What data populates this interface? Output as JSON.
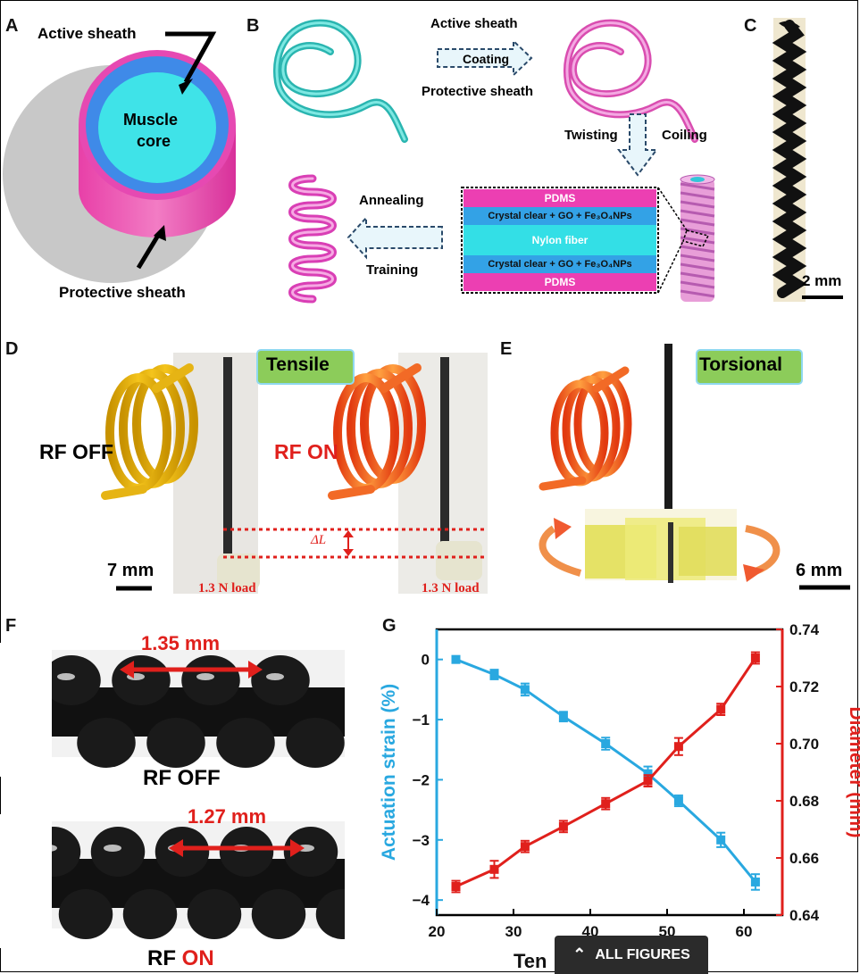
{
  "panel_labels": {
    "a": "A",
    "b": "B",
    "c": "C",
    "d": "D",
    "e": "E",
    "f": "F",
    "g": "G"
  },
  "panelA": {
    "active_sheath": "Active sheath",
    "muscle": "Muscle",
    "core": "core",
    "protective_sheath": "Protective sheath"
  },
  "panelB": {
    "active_sheath": "Active sheath",
    "coating": "Coating",
    "protective_sheath": "Protective sheath",
    "twisting": "Twisting",
    "coiling": "Coiling",
    "annealing": "Annealing",
    "training": "Training",
    "layers": {
      "pdms_top": "PDMS",
      "cc_top": "Crystal clear + GO + Fe₃O₄NPs",
      "nylon": "Nylon fiber",
      "cc_bottom": "Crystal clear + GO + Fe₃O₄NPs",
      "pdms_bottom": "PDMS"
    }
  },
  "panelC": {
    "scale": "2 mm"
  },
  "panelD": {
    "tensile": "Tensile",
    "rf_off": "RF OFF",
    "rf_on": "RF ON",
    "delta_l": "ΔL",
    "load_left": "1.3 N load",
    "load_right": "1.3 N load",
    "scale": "7 mm"
  },
  "panelE": {
    "torsional": "Torsional",
    "scale": "6 mm"
  },
  "panelF": {
    "top_measure": "1.35 mm",
    "rf_off": "RF OFF",
    "bottom_measure": "1.27 mm",
    "rf": "RF",
    "on": "ON"
  },
  "chart_data": {
    "type": "line",
    "x": [
      22.5,
      27.5,
      31.5,
      36.5,
      42,
      47.5,
      51.5,
      57,
      61.5
    ],
    "xticks": [
      "20",
      "30",
      "40",
      "50",
      "60"
    ],
    "xlabel": "Ten",
    "xlim": [
      20,
      65
    ],
    "series": [
      {
        "axis": "left",
        "color": "#29a8e0",
        "values": [
          0,
          -0.25,
          -0.5,
          -0.95,
          -1.4,
          -1.9,
          -2.35,
          -3.0,
          -3.7
        ],
        "err": [
          0.03,
          0.08,
          0.1,
          0.08,
          0.1,
          0.12,
          0.09,
          0.12,
          0.13
        ]
      },
      {
        "axis": "right",
        "color": "#e0201c",
        "values": [
          0.65,
          0.656,
          0.664,
          0.671,
          0.679,
          0.687,
          0.699,
          0.712,
          0.73
        ],
        "err": [
          0.002,
          0.003,
          0.002,
          0.002,
          0.002,
          0.002,
          0.003,
          0.002,
          0.002
        ]
      }
    ],
    "ylabel_left": "Actuation strain (%)",
    "ylabel_right": "Diameter (mm)",
    "ylim_left": [
      -4.25,
      0.5
    ],
    "ylim_right": [
      0.64,
      0.74
    ],
    "yticks_left": [
      "0",
      "−1",
      "−2",
      "−3",
      "−4"
    ],
    "yticks_right": [
      "0.64",
      "0.66",
      "0.68",
      "0.70",
      "0.72",
      "0.74"
    ],
    "left_color": "#29a8e0",
    "right_color": "#e0201c"
  },
  "footer": {
    "all_figures": "ALL FIGURES"
  }
}
